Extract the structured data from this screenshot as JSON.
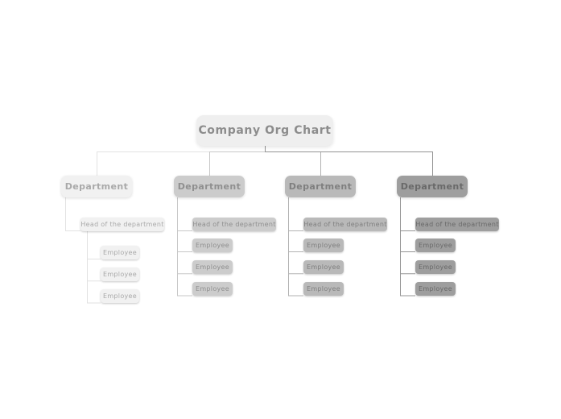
{
  "diagram": {
    "title": "Company Org Chart",
    "background_color": "#ffffff",
    "root": {
      "label": "Company Org Chart",
      "box_color": "#efefef",
      "text_color": "#8c8c8c"
    },
    "columns": [
      {
        "name": "Department",
        "head": "Head of the department",
        "employees": [
          "Employee",
          "Employee",
          "Employee"
        ],
        "box_color": "#f1f1f1",
        "text_color": "#a9a9a9",
        "line_color": "#e2e2e2"
      },
      {
        "name": "Department",
        "head": "Head of the department",
        "employees": [
          "Employee",
          "Employee",
          "Employee"
        ],
        "box_color": "#cccccc",
        "text_color": "#8f8f8f",
        "line_color": "#c7c7c7"
      },
      {
        "name": "Department",
        "head": "Head of the department",
        "employees": [
          "Employee",
          "Employee",
          "Employee"
        ],
        "box_color": "#b9b9b9",
        "text_color": "#7f7f7f",
        "line_color": "#b2b2b2"
      },
      {
        "name": "Department",
        "head": "Head of the department",
        "employees": [
          "Employee",
          "Employee",
          "Employee"
        ],
        "box_color": "#9e9e9e",
        "text_color": "#696969",
        "line_color": "#949494"
      }
    ]
  }
}
